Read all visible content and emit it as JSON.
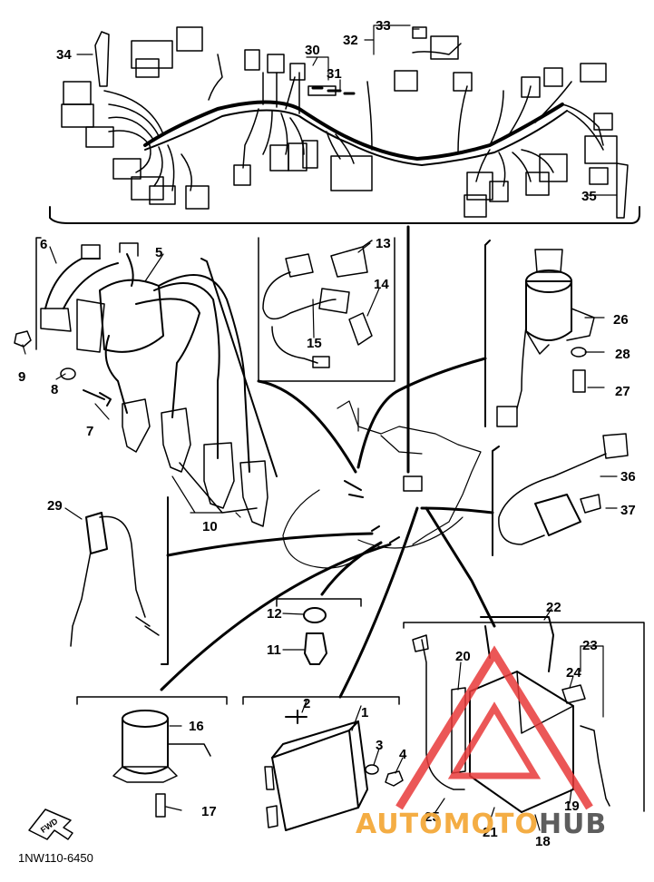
{
  "diagram": {
    "code": "1NW110-6450",
    "forward_label": "FWD",
    "callouts": [
      "1",
      "2",
      "3",
      "4",
      "5",
      "6",
      "7",
      "8",
      "9",
      "10",
      "11",
      "12",
      "13",
      "14",
      "15",
      "16",
      "17",
      "18",
      "19",
      "20",
      "21",
      "22",
      "23",
      "24",
      "25",
      "26",
      "27",
      "28",
      "29",
      "30",
      "31",
      "32",
      "33",
      "34",
      "35",
      "36",
      "37"
    ],
    "watermark": {
      "text_auto": "AUTOMOTO",
      "text_hub": "HUB",
      "color_auto": "#f4a93a",
      "color_hub": "#555555",
      "logo_color": "#e83a3a"
    }
  }
}
